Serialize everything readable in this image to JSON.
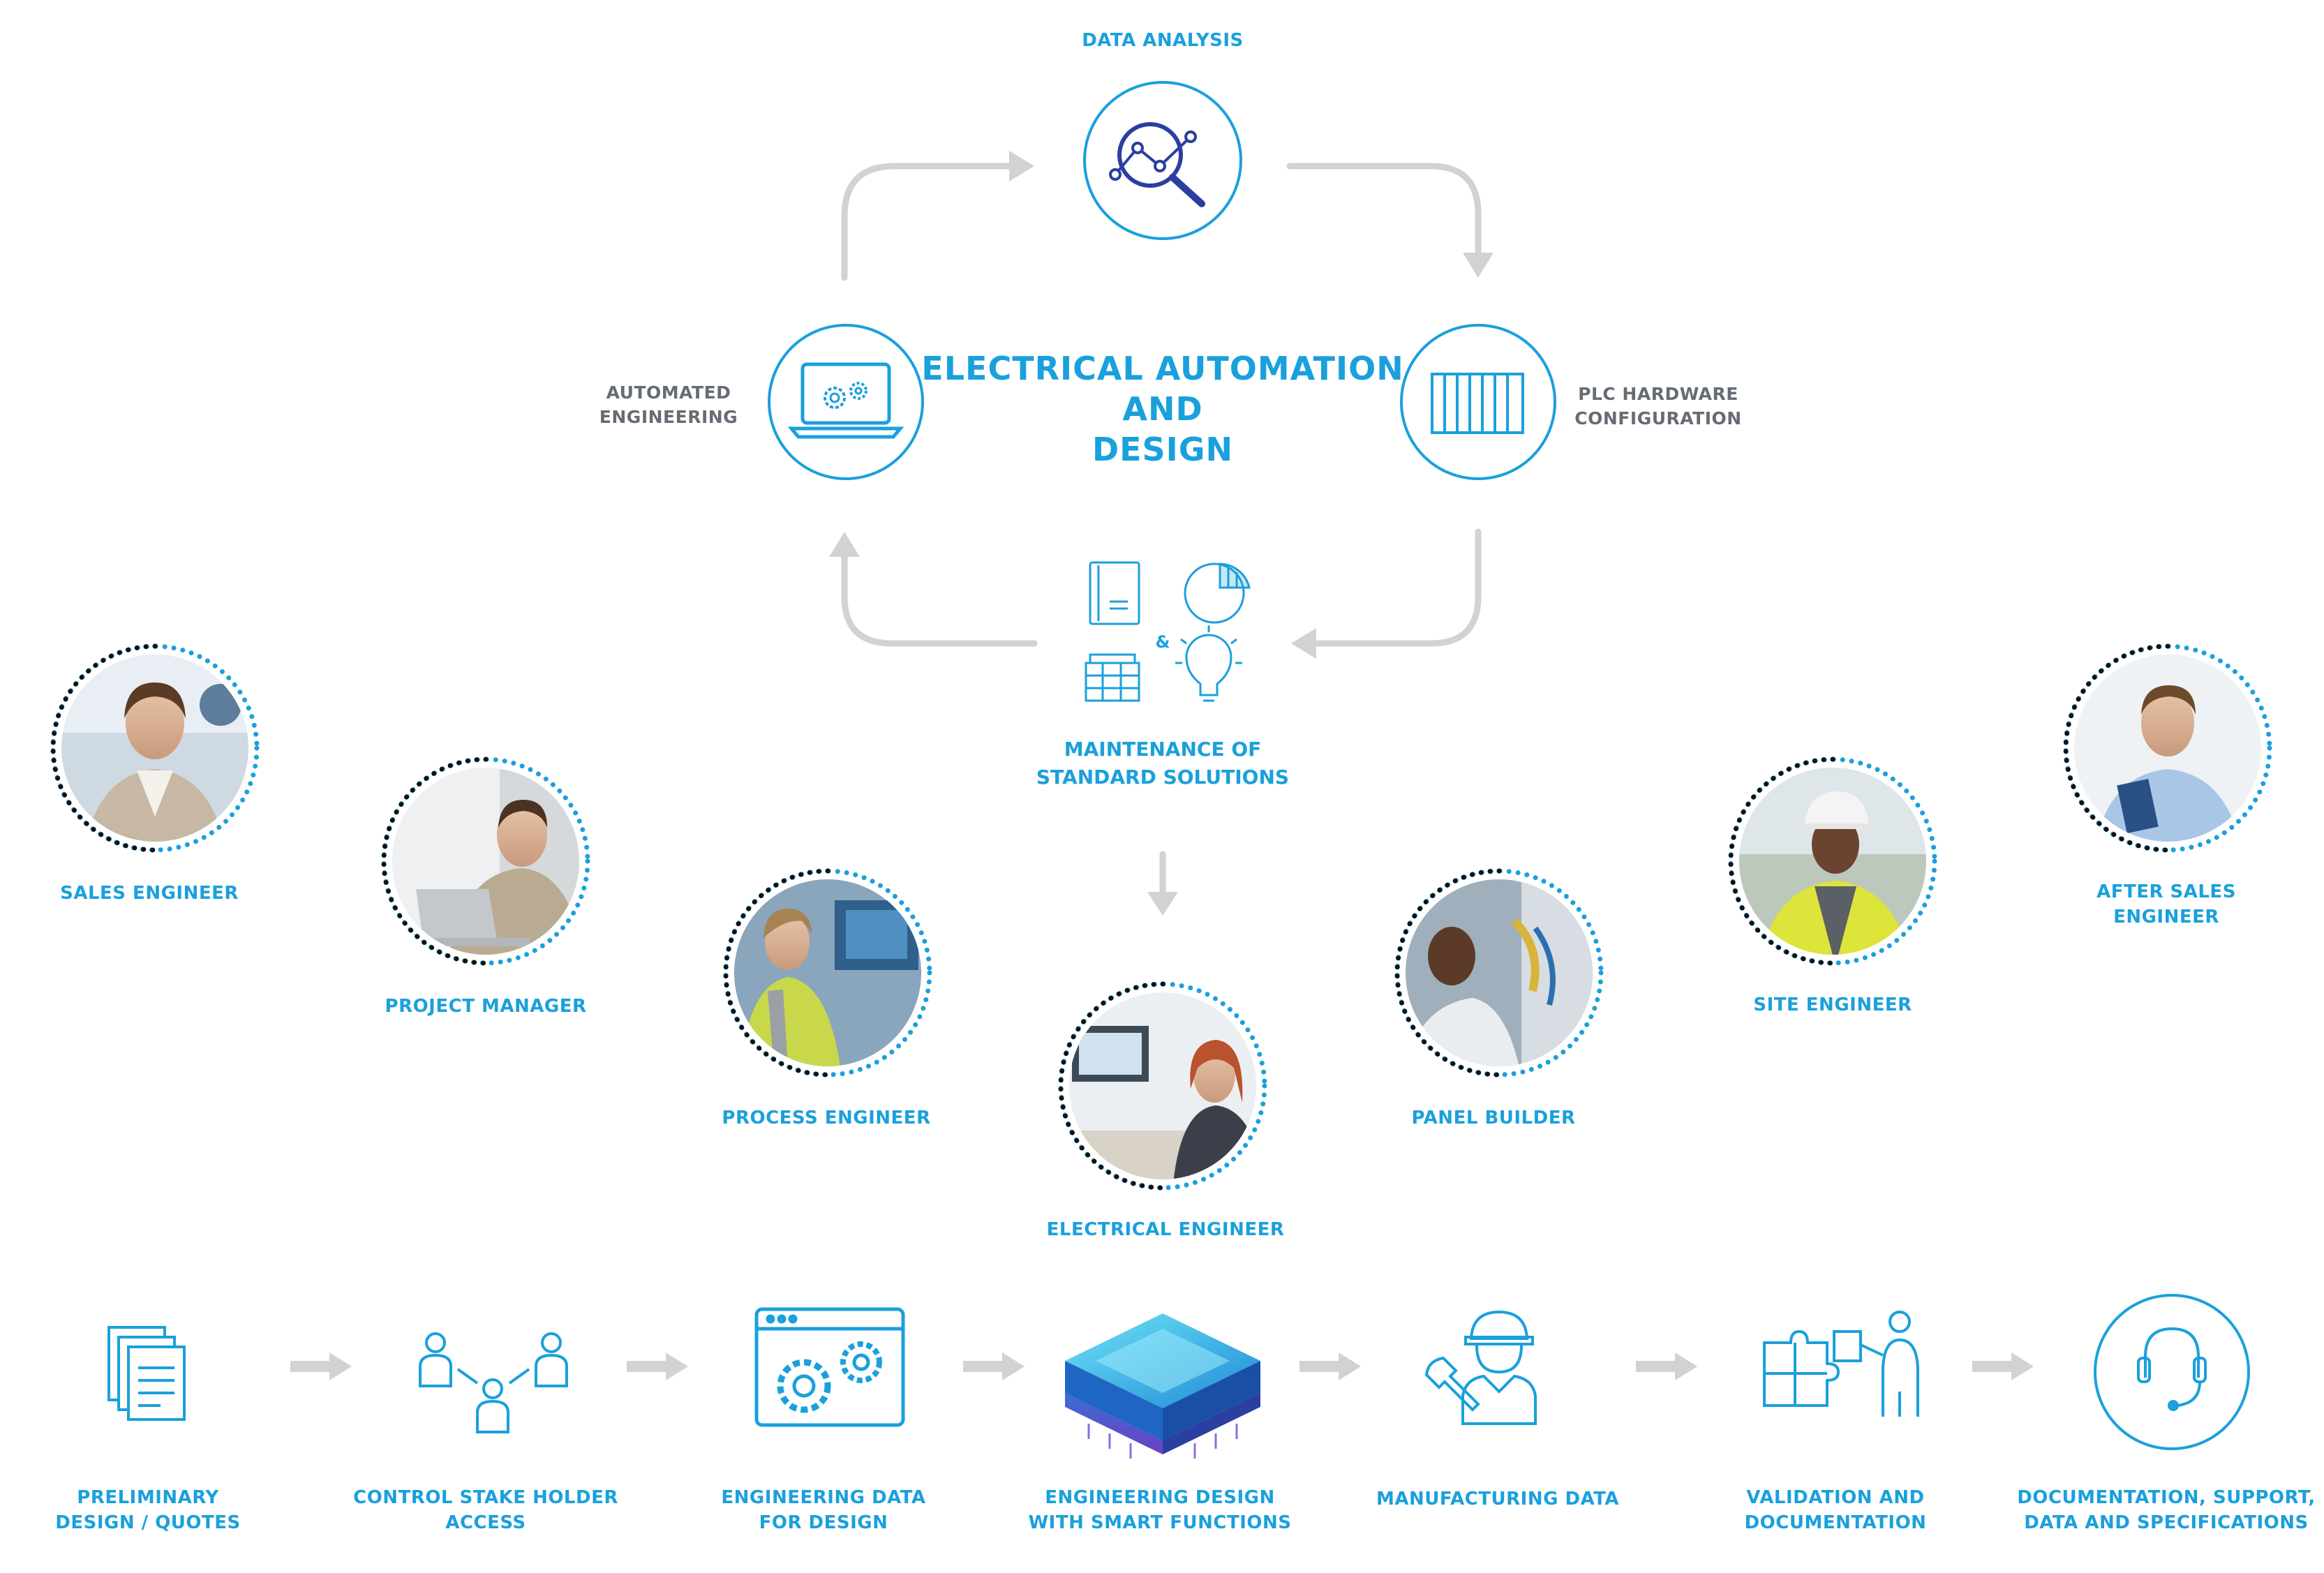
{
  "top_cycle": {
    "title": [
      "ELECTRICAL AUTOMATION",
      "AND",
      "DESIGN"
    ],
    "data_analysis": "DATA ANALYSIS",
    "automated_engineering": [
      "AUTOMATED",
      "ENGINEERING"
    ],
    "plc_hardware": [
      "PLC HARDWARE",
      "CONFIGURATION"
    ],
    "maintenance": [
      "MAINTENANCE OF",
      "STANDARD SOLUTIONS"
    ],
    "ampersand": "&"
  },
  "roles": [
    {
      "name": "sales-engineer",
      "label": [
        "SALES ENGINEER"
      ]
    },
    {
      "name": "project-manager",
      "label": [
        "PROJECT MANAGER"
      ]
    },
    {
      "name": "process-engineer",
      "label": [
        "PROCESS ENGINEER"
      ]
    },
    {
      "name": "electrical-engineer",
      "label": [
        "ELECTRICAL ENGINEER"
      ]
    },
    {
      "name": "panel-builder",
      "label": [
        "PANEL BUILDER"
      ]
    },
    {
      "name": "site-engineer",
      "label": [
        "SITE ENGINEER"
      ]
    },
    {
      "name": "after-sales-engineer",
      "label": [
        "AFTER SALES",
        "ENGINEER"
      ]
    }
  ],
  "process_steps": [
    {
      "name": "preliminary-design",
      "icon": "documents-icon",
      "label": [
        "PRELIMINARY",
        "DESIGN / QUOTES"
      ]
    },
    {
      "name": "control-stakeholder",
      "icon": "people-network-icon",
      "label": [
        "CONTROL STAKE HOLDER",
        "ACCESS"
      ]
    },
    {
      "name": "engineering-data",
      "icon": "browser-gears-icon",
      "label": [
        "ENGINEERING DATA",
        "FOR DESIGN"
      ]
    },
    {
      "name": "engineering-design",
      "icon": "ai-chip-icon",
      "label": [
        "ENGINEERING DESIGN",
        "WITH SMART FUNCTIONS"
      ]
    },
    {
      "name": "manufacturing-data",
      "icon": "worker-icon",
      "label": [
        "MANUFACTURING DATA"
      ]
    },
    {
      "name": "validation",
      "icon": "puzzle-person-icon",
      "label": [
        "VALIDATION AND",
        "DOCUMENTATION"
      ]
    },
    {
      "name": "documentation-support",
      "icon": "headset-icon",
      "label": [
        "DOCUMENTATION, SUPPORT,",
        "DATA AND SPECIFICATIONS"
      ]
    }
  ],
  "colors": {
    "accent": "#1aa0dc",
    "dark_blue": "#2b3fa0",
    "grey_arrow": "#d2d2d2",
    "grey_text": "#666c74"
  }
}
